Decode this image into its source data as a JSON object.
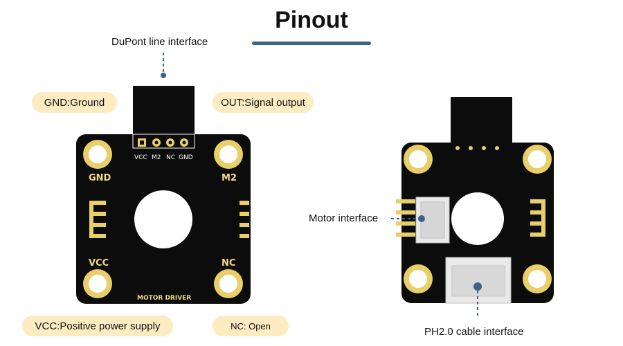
{
  "title": "Pinout",
  "labels": {
    "dupont": "DuPont line interface",
    "motor_interface": "Motor interface",
    "ph20": "PH2.0 cable interface"
  },
  "pills": {
    "gnd": "GND:Ground",
    "out": "OUT:Signal output",
    "vcc": "VCC:Positive power supply",
    "nc": "NC: Open"
  },
  "board_front": {
    "corner_labels": {
      "top_left": "GND",
      "top_right": "M2",
      "bottom_left": "VCC",
      "bottom_right": "NC"
    },
    "header_pins": [
      "VCC",
      "M2",
      "NC",
      "GND"
    ],
    "silkscreen": "MOTOR DRIVER"
  },
  "colors": {
    "accent": "#3e6189",
    "pill_bg": "#fdebc2",
    "pcb": "#0c0c0c",
    "gold": "#e8cf6a"
  }
}
